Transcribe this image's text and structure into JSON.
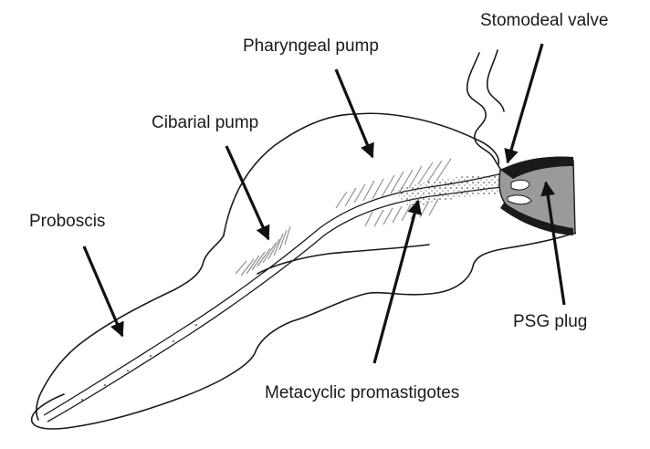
{
  "figure": {
    "labels": {
      "stomodeal_valve": "Stomodeal valve",
      "pharyngeal_pump": "Pharyngeal pump",
      "cibarial_pump": "Cibarial pump",
      "proboscis": "Proboscis",
      "psg_plug": "PSG plug",
      "metacyclic_promastigotes": "Metacyclic promastigotes"
    },
    "colors": {
      "ink": "#1a1a1a",
      "plug_fill": "#9a9a9a",
      "hatch": "#8a8a8a"
    }
  }
}
